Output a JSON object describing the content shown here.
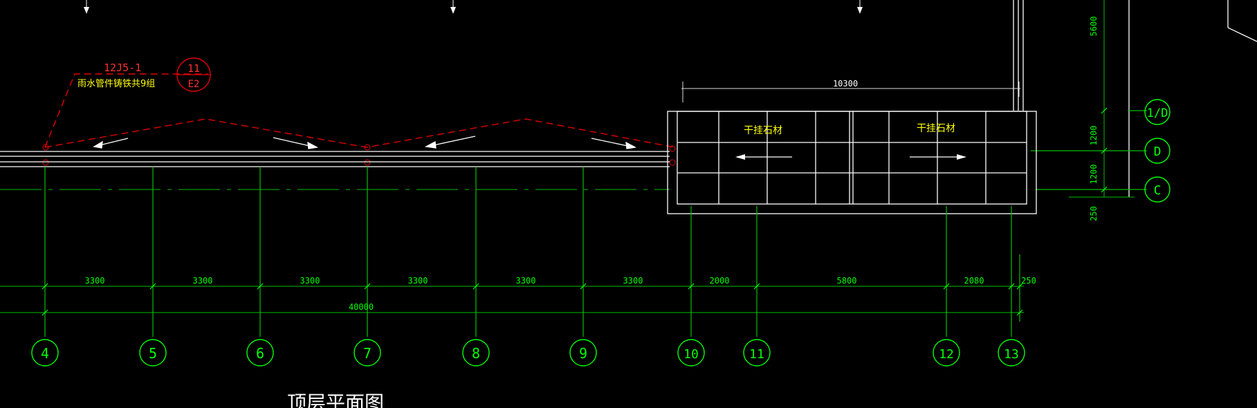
{
  "drawing": {
    "title": "顶层平面图",
    "callout": {
      "ref": "12J5-1",
      "detail_number": "11",
      "sheet": "E2",
      "note": "雨水管件铸铁共9组"
    },
    "skylight_label_left": "干挂石材",
    "skylight_label_right": "干挂石材"
  },
  "grid_axes": [
    "4",
    "5",
    "6",
    "7",
    "8",
    "9",
    "10",
    "11",
    "12",
    "13"
  ],
  "row_axes": [
    "1/D",
    "D",
    "C"
  ],
  "dimensions": {
    "bays": [
      "3300",
      "3300",
      "3300",
      "3300",
      "3300",
      "3300",
      "2000",
      "5800",
      "2080",
      "250"
    ],
    "overall": "40000",
    "skylight_width": "10300",
    "right_vertical": [
      "5600",
      "1200",
      "1200",
      "250"
    ]
  },
  "colors": {
    "background": "#000000",
    "grid": "#00ff00",
    "walls": "#ffffff",
    "annotation": "#ffff00",
    "roof_slope": "#ff0000"
  }
}
